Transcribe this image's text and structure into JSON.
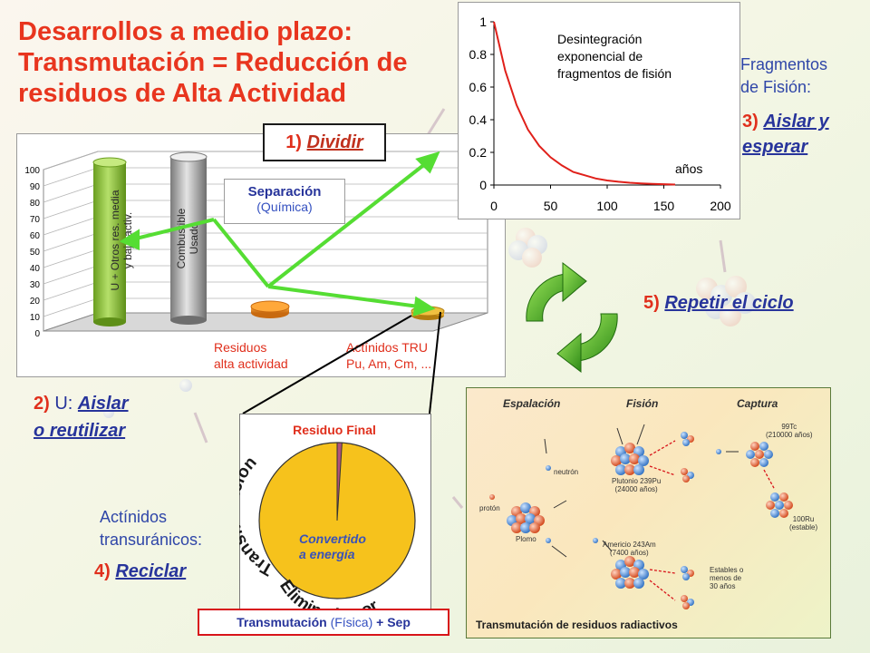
{
  "title": {
    "line1": "Desarrollos a medio plazo:",
    "line2": "Transmutación = Reducción de",
    "line3": "residuos de Alta Actividad"
  },
  "steps": {
    "dividir": {
      "num": "1)",
      "label": "Dividir"
    },
    "u_label": "U:",
    "u_num": "2)",
    "u_action1": "Aislar",
    "u_action2": "o reutilizar",
    "fragments_line1": "Fragmentos",
    "fragments_line2": "de Fisión:",
    "aislar_num": "3)",
    "aislar_line1": "Aislar y",
    "aislar_line2": "esperar",
    "actinides_line1": "Actínidos",
    "actinides_line2": "transuránicos:",
    "reciclar_num": "4)",
    "reciclar_label": "Reciclar",
    "repetir_num": "5)",
    "repetir_label": "Repetir el ciclo"
  },
  "separation_box": {
    "line1": "Separación",
    "line2": "(Química)"
  },
  "bar_chart": {
    "y_ticks": [
      "100",
      "90",
      "80",
      "70",
      "60",
      "50",
      "40",
      "30",
      "20",
      "10",
      "0"
    ],
    "bar1_label_line1": "U + Otros res. media",
    "bar1_label_line2": "y baja activ.",
    "bar2_label_line1": "Combustible",
    "bar2_label_line2": "Usado",
    "residuos_line1": "Residuos",
    "residuos_line2": "alta actividad",
    "actinidos_line1": "Actínidos TRU",
    "actinidos_line2": "Pu, Am, Cm, ...",
    "colors": {
      "bar1": "#8ec63f",
      "bar2": "#a8a8a8",
      "disk": "#f0952a"
    }
  },
  "chart_data": {
    "type": "line",
    "annotation_line1": "Desintegración",
    "annotation_line2": "exponencial de",
    "annotation_line3": "fragmentos de fisión",
    "xlabel": "años",
    "xlim": [
      0,
      200
    ],
    "ylim": [
      0,
      1
    ],
    "x_ticks": [
      "0",
      "50",
      "100",
      "150",
      "200"
    ],
    "y_ticks": [
      "0",
      "0.2",
      "0.4",
      "0.6",
      "0.8",
      "1"
    ],
    "series": [
      {
        "x": [
          0,
          10,
          20,
          30,
          40,
          50,
          60,
          70,
          80,
          90,
          100,
          110,
          120,
          130,
          140,
          150,
          160
        ],
        "values": [
          1,
          0.7,
          0.49,
          0.34,
          0.24,
          0.17,
          0.12,
          0.08,
          0.06,
          0.04,
          0.028,
          0.02,
          0.014,
          0.01,
          0.007,
          0.005,
          0.003
        ]
      }
    ],
    "color": "#e0201a"
  },
  "pie": {
    "top_label": "Residuo Final",
    "center_line1": "Convertido",
    "center_line2": "a energía",
    "arc_upper": "Transmutación",
    "arc_lower": "Eliminado por",
    "caption_bold1": "Transmutación",
    "caption_light": "(Física)",
    "caption_bold2": "+ Sep",
    "residuo_fraction": 0.01,
    "colors": {
      "fill": "#f6c21c",
      "slice": "#b0527a"
    }
  },
  "photo": {
    "col1": "Espalación",
    "col2": "Fisión",
    "col3": "Captura",
    "neutron": "neutrón",
    "proton": "protón",
    "lead": "Plomo",
    "plutonium_line1": "Plutonio 239Pu",
    "plutonium_line2": "(24000 años)",
    "tc_line1": "99Tc",
    "tc_line2": "(210000 años)",
    "ru_line1": "100Ru",
    "ru_line2": "(estable)",
    "americium_line1": "Americio 243Am",
    "americium_line2": "(7400 años)",
    "stable_line1": "Estables o",
    "stable_line2": "menos de",
    "stable_line3": "30 años",
    "caption": "Transmutación de residuos radiactivos"
  }
}
